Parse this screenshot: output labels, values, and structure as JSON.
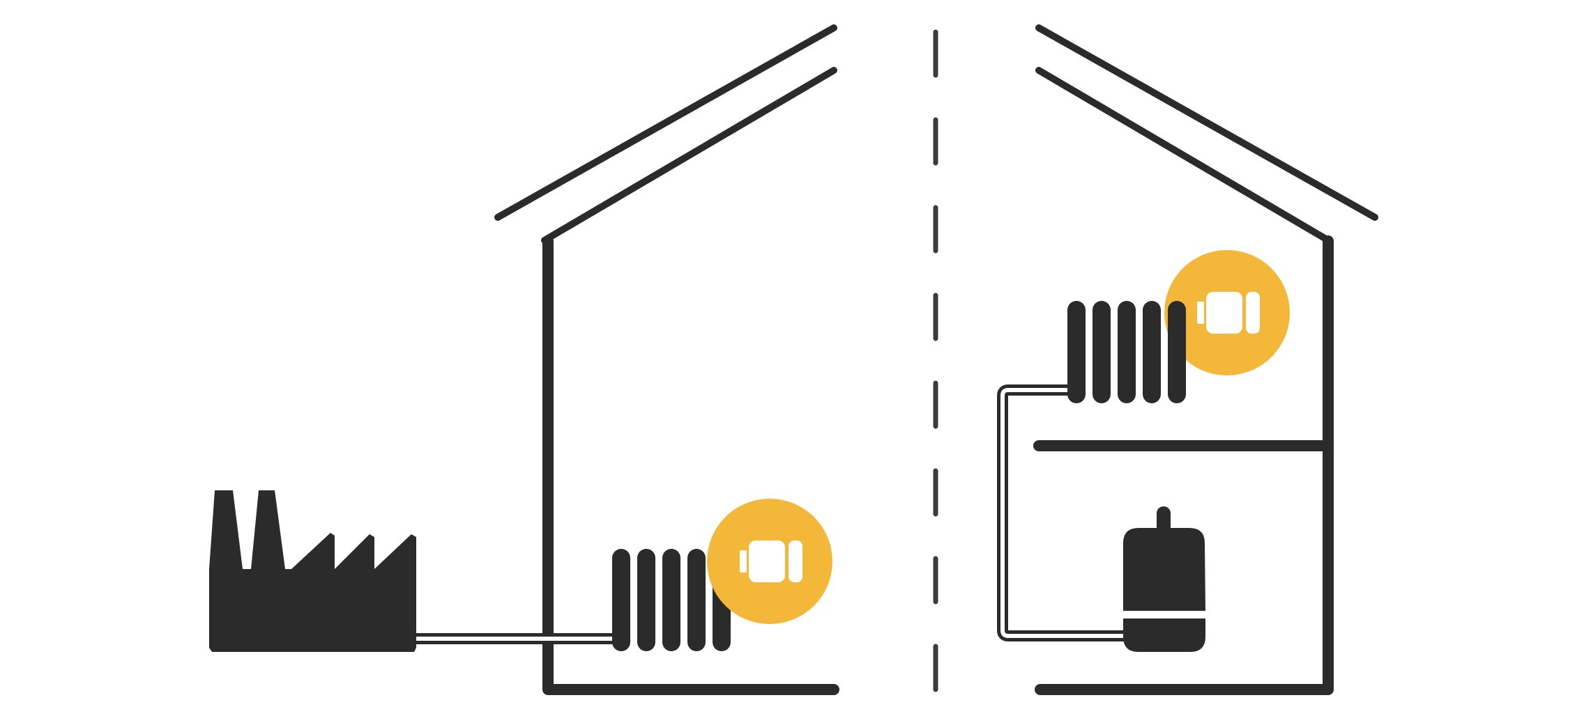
{
  "diagram": {
    "left_scene": {
      "heat_source": "factory-icon",
      "emitter": "radiator-icon",
      "energy_badge": "battery-icon",
      "connection": "district-heating-pipe"
    },
    "divider": "dashed-separator",
    "right_scene": {
      "heat_source": "gas-boiler-icon",
      "emitter": "radiator-icon",
      "energy_badge": "battery-icon",
      "connection": "boiler-pipe-loop"
    }
  },
  "colors": {
    "line": "#2a2b2a",
    "accent": "#f3b83a",
    "background": "#ffffff",
    "badge_glyph": "#ffffff"
  }
}
